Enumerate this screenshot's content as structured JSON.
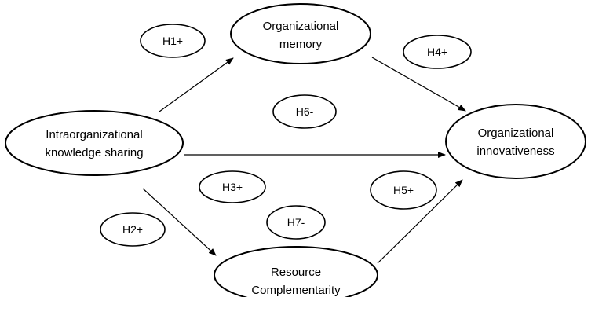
{
  "diagram": {
    "nodes": {
      "knowledge_sharing": {
        "line1": "Intraorganizational",
        "line2": "knowledge sharing"
      },
      "memory": {
        "line1": "Organizational",
        "line2": "memory"
      },
      "innovativeness": {
        "line1": "Organizational",
        "line2": "innovativeness"
      },
      "complementarity": {
        "line1": "Resource",
        "line2": "Complementarity"
      }
    },
    "hypotheses": {
      "h1": "H1+",
      "h2": "H2+",
      "h3": "H3+",
      "h4": "H4+",
      "h5": "H5+",
      "h6": "H6-",
      "h7": "H7-"
    }
  }
}
